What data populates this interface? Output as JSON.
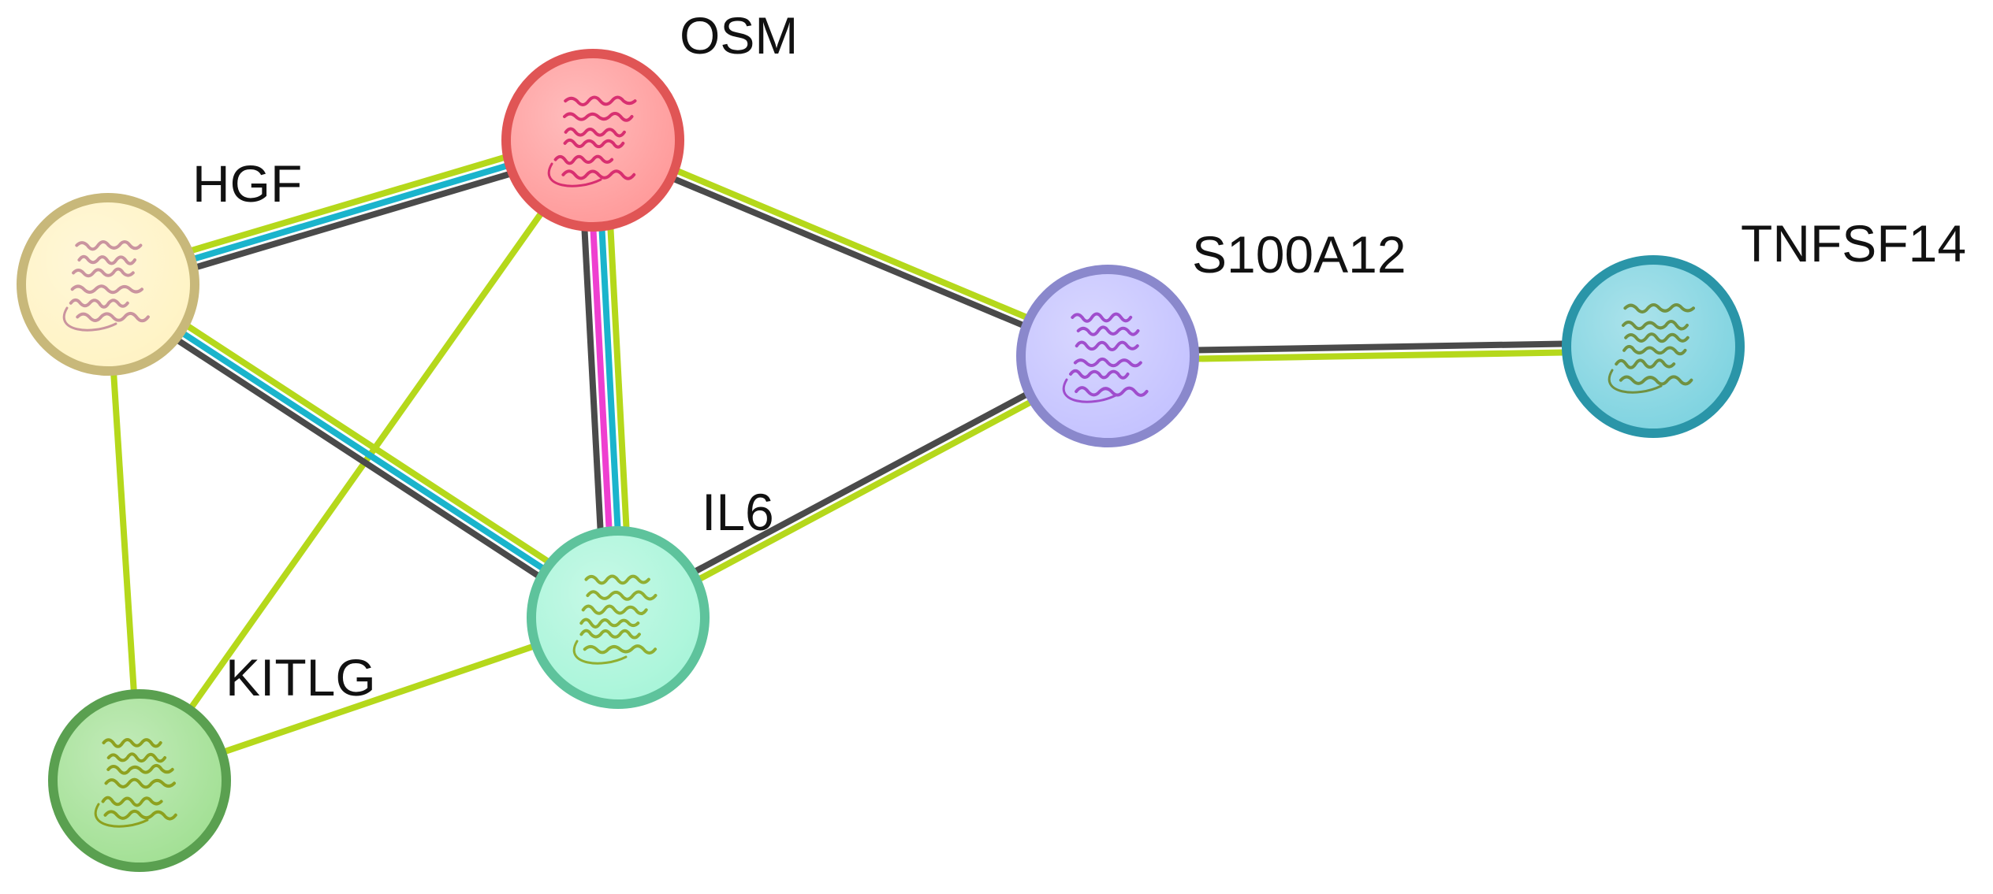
{
  "network": {
    "nodes": [
      {
        "id": "OSM",
        "label": "OSM",
        "fill": "#ff9a9a",
        "ring": "#e05555",
        "structure": "#d4226a",
        "icon": "alpha-helix-bundle-icon"
      },
      {
        "id": "HGF",
        "label": "HGF",
        "fill": "#fff3c4",
        "ring": "#c8b87a",
        "structure": "#c58a9a",
        "icon": "kringle-domain-icon"
      },
      {
        "id": "S100A12",
        "label": "S100A12",
        "fill": "#c4c2ff",
        "ring": "#8a88cc",
        "structure": "#9b40c8",
        "icon": "ef-hand-icon"
      },
      {
        "id": "TNFSF14",
        "label": "TNFSF14",
        "fill": "#7ed3e0",
        "ring": "#2a95a8",
        "structure": "#6d8a30",
        "icon": "beta-sandwich-icon"
      },
      {
        "id": "IL6",
        "label": "IL6",
        "fill": "#a8f5d9",
        "ring": "#5ec39c",
        "structure": "#8da820",
        "icon": "four-helix-bundle-icon"
      },
      {
        "id": "KITLG",
        "label": "KITLG",
        "fill": "#a2e094",
        "ring": "#5aa050",
        "structure": "#8a9a10",
        "icon": "helical-cytokine-icon"
      }
    ],
    "edges": [
      {
        "source": "HGF",
        "target": "OSM",
        "evidence": [
          "textmining",
          "database",
          "coexpression"
        ]
      },
      {
        "source": "OSM",
        "target": "IL6",
        "evidence": [
          "textmining",
          "database",
          "experiments",
          "coexpression"
        ]
      },
      {
        "source": "OSM",
        "target": "S100A12",
        "evidence": [
          "textmining",
          "coexpression"
        ]
      },
      {
        "source": "OSM",
        "target": "KITLG",
        "evidence": [
          "textmining"
        ]
      },
      {
        "source": "HGF",
        "target": "IL6",
        "evidence": [
          "textmining",
          "database",
          "coexpression"
        ]
      },
      {
        "source": "HGF",
        "target": "KITLG",
        "evidence": [
          "textmining"
        ]
      },
      {
        "source": "S100A12",
        "target": "IL6",
        "evidence": [
          "textmining",
          "coexpression"
        ]
      },
      {
        "source": "S100A12",
        "target": "TNFSF14",
        "evidence": [
          "coexpression",
          "textmining"
        ]
      },
      {
        "source": "IL6",
        "target": "KITLG",
        "evidence": [
          "textmining"
        ]
      }
    ],
    "evidence_colors": {
      "textmining": "#b5d81b",
      "database": "#1ab4cc",
      "experiments": "#ee3fd0",
      "coexpression": "#4a4a4a"
    }
  }
}
